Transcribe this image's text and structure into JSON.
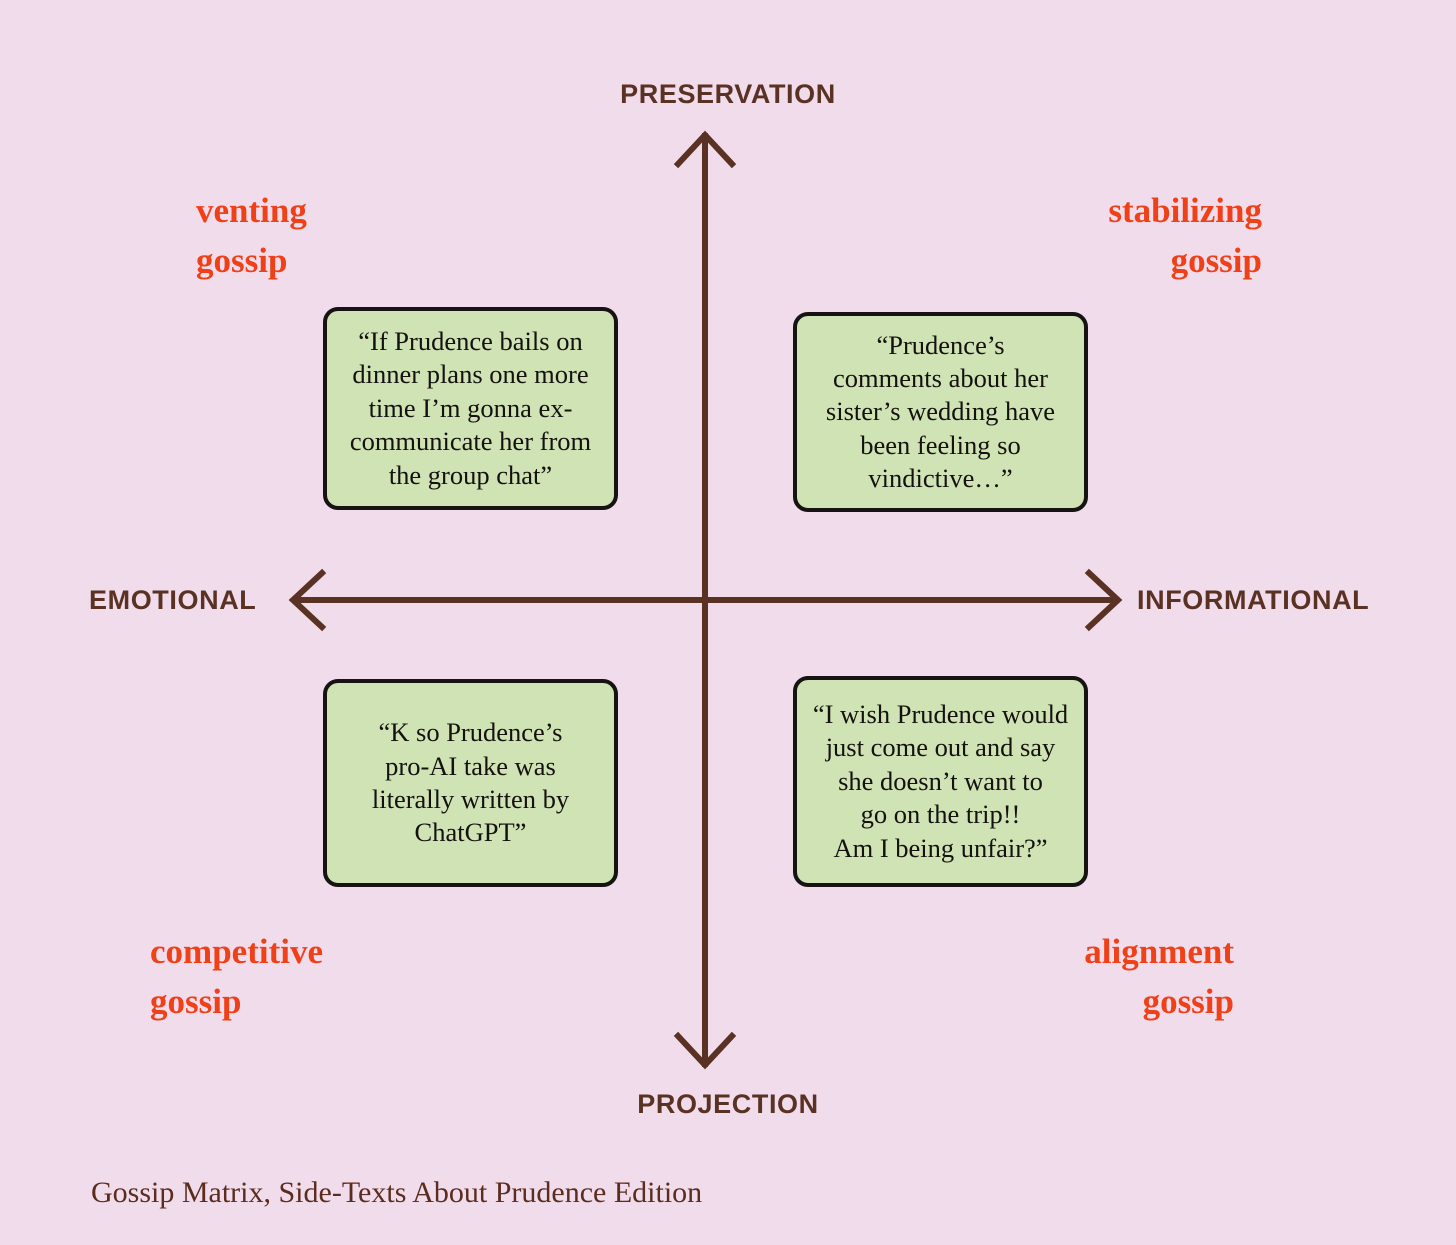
{
  "chart_data": {
    "type": "scatter",
    "title": "Gossip Matrix, Side-Texts About Prudence Edition",
    "xlabel": "",
    "ylabel": "",
    "axes": {
      "vertical": {
        "positive_end": "PRESERVATION",
        "negative_end": "PROJECTION"
      },
      "horizontal": {
        "negative_end": "EMOTIONAL",
        "positive_end": "INFORMATIONAL"
      }
    },
    "quadrants": [
      {
        "id": "top-left",
        "name": "venting gossip",
        "x_axis": "EMOTIONAL",
        "y_axis": "PRESERVATION",
        "quote": "“If Prudence bails on dinner plans one more time I’m gonna ex-communicate her from the group chat”"
      },
      {
        "id": "top-right",
        "name": "stabilizing gossip",
        "x_axis": "INFORMATIONAL",
        "y_axis": "PRESERVATION",
        "quote": "“Prudence’s comments about her sister’s wedding have been feeling so vindictive…”"
      },
      {
        "id": "bottom-left",
        "name": "competitive gossip",
        "x_axis": "EMOTIONAL",
        "y_axis": "PROJECTION",
        "quote": "“K so Prudence’s pro-AI take was literally written by ChatGPT”"
      },
      {
        "id": "bottom-right",
        "name": "alignment gossip",
        "x_axis": "INFORMATIONAL",
        "y_axis": "PROJECTION",
        "quote": "“I wish Prudence would just come out and say she doesn’t want to go on the trip!! Am I being unfair?”"
      }
    ],
    "grid": false,
    "legend": "none"
  },
  "axis_labels": {
    "top": "PRESERVATION",
    "bottom": "PROJECTION",
    "left": "EMOTIONAL",
    "right": "INFORMATIONAL"
  },
  "quadrant_labels": {
    "top_left": "venting\ngossip",
    "top_right": "stabilizing\ngossip",
    "bottom_left": "competitive\ngossip",
    "bottom_right": "alignment\ngossip"
  },
  "quotes": {
    "top_left": "“If Prudence bails on\ndinner plans one more\ntime I’m gonna ex-\ncommunicate her from\nthe group chat”",
    "top_right": "“Prudence’s\ncomments about her\nsister’s wedding have\nbeen feeling so\nvindictive…”",
    "bottom_left": "“K so Prudence’s\npro-AI take was\nliterally written by\nChatGPT”",
    "bottom_right": "“I wish Prudence would\njust come out and say\nshe doesn’t want to\ngo on the trip!!\nAm I being unfair?”"
  },
  "caption": "Gossip Matrix, Side-Texts About Prudence Edition",
  "colors": {
    "background": "#f1dcec",
    "axis": "#5a3224",
    "quadrant_label": "#ef4018",
    "card_fill": "#cfe3b4",
    "card_border": "#161312",
    "caption": "#5a2d1e"
  }
}
